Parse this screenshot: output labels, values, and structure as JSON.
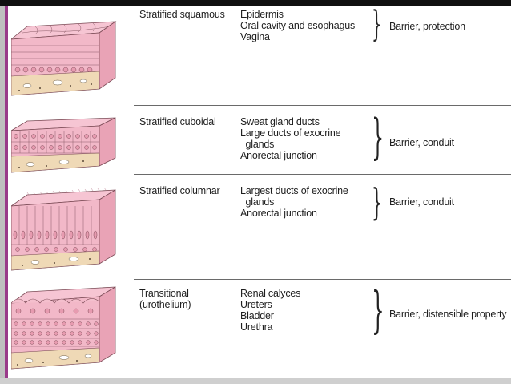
{
  "colors": {
    "accent": "#9a3a8a",
    "cell_pink": "#f2b8c8",
    "connective": "#efd9b6"
  },
  "rows": [
    {
      "type": "Stratified squamous",
      "sites": [
        "Epidermis",
        "Oral cavity and esophagus",
        "Vagina"
      ],
      "function": "Barrier, protection",
      "illustration": "stratified-squamous-epithelium"
    },
    {
      "type": "Stratified cuboidal",
      "sites": [
        "Sweat gland ducts",
        "Large ducts of exocrine",
        "  glands",
        "Anorectal junction"
      ],
      "function": "Barrier, conduit",
      "illustration": "stratified-cuboidal-epithelium"
    },
    {
      "type": "Stratified columnar",
      "sites": [
        "Largest ducts of exocrine",
        "  glands",
        "Anorectal junction"
      ],
      "function": "Barrier, conduit",
      "illustration": "stratified-columnar-epithelium"
    },
    {
      "type": "Transitional\n(urothelium)",
      "type_lines": [
        "Transitional",
        "(urothelium)"
      ],
      "sites": [
        "Renal calyces",
        "Ureters",
        "Bladder",
        "Urethra"
      ],
      "function": "Barrier, distensible property",
      "illustration": "transitional-epithelium"
    }
  ]
}
